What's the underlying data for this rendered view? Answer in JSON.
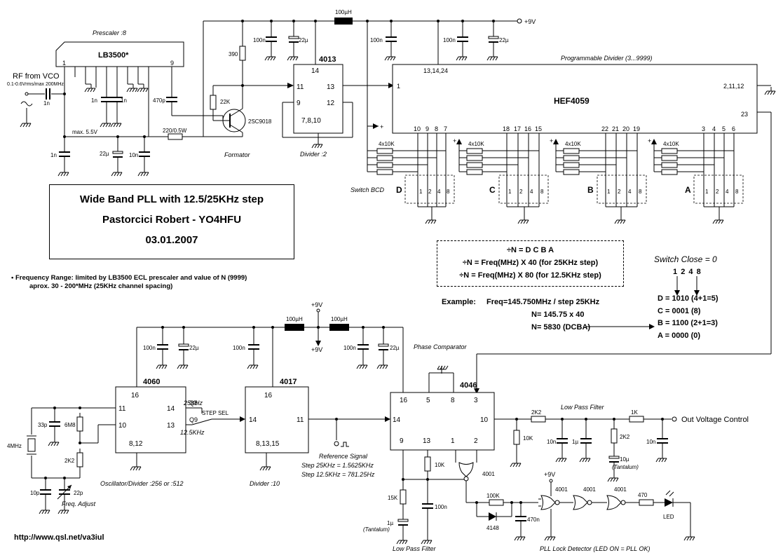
{
  "title": {
    "line1": "Wide Band PLL with 12.5/25KHz step",
    "line2": "Pastorcici Robert - YO4HFU",
    "line3": "03.01.2007"
  },
  "url": "http://www.qsl.net/va3iul",
  "frequency_note": {
    "line1": "Frequency Range: limited by LB3500 ECL prescaler and value of N (9999)",
    "line2": "aprox. 30 - 200*MHz (25KHz channel spacing)"
  },
  "rf_input": {
    "label": "RF from VCO",
    "spec": "0.1-0.6Vrms/max 200MHz"
  },
  "supply": {
    "top": "+9V",
    "mid1": "+9V",
    "mid2": "+9V",
    "lock": "+9V"
  },
  "chips": {
    "prescaler": {
      "name": "LB3500*",
      "caption": "Prescaler :8",
      "pin1": "1",
      "pin9": "9"
    },
    "d4013": {
      "name": "4013",
      "caption": "Divider :2",
      "pin14": "14",
      "pin11": "11",
      "pin13": "13",
      "pin9": "9",
      "pin12": "12",
      "pins_gnd": "7,8,10"
    },
    "hef4059": {
      "name": "HEF4059",
      "caption": "Programmable Divider (3...9999)",
      "pin_vdd": "13,14,24",
      "pin1": "1",
      "pin_gnd": "2,11,12",
      "pin23": "23"
    },
    "c4060": {
      "name": "4060",
      "caption": "Oscillator/Divider :256 or :512",
      "pin16": "16",
      "pin11": "11",
      "pin10": "10",
      "pin14": "14",
      "pin13": "13",
      "pin_gnd": "8,12",
      "q8": "Q8",
      "q9": "Q9"
    },
    "c4017": {
      "name": "4017",
      "caption": "Divider :10",
      "pin16": "16",
      "pin14": "14",
      "pin11": "11",
      "pin_gnd": "8,13,15"
    },
    "c4046": {
      "name": "4046",
      "caption": "Phase Comparator",
      "pin16": "16",
      "pin5": "5",
      "pin8": "8",
      "pin3": "3",
      "pin14": "14",
      "pin10": "10",
      "pin9": "9",
      "pin13": "13",
      "pin1": "1",
      "pin2": "2"
    }
  },
  "transistor": {
    "name": "2SC9018",
    "caption": "Formator"
  },
  "switches": {
    "caption": "Switch BCD",
    "groups": [
      {
        "letter": "D",
        "pins": [
          "10",
          "9",
          "8",
          "7"
        ],
        "res": "4x10K"
      },
      {
        "letter": "C",
        "pins": [
          "18",
          "17",
          "16",
          "15"
        ],
        "res": "4x10K"
      },
      {
        "letter": "B",
        "pins": [
          "22",
          "21",
          "20",
          "19"
        ],
        "res": "4x10K"
      },
      {
        "letter": "A",
        "pins": [
          "3",
          "4",
          "5",
          "6"
        ],
        "res": "4x10K"
      }
    ],
    "weights": [
      "1",
      "2",
      "4",
      "8"
    ]
  },
  "components": {
    "l_top": "100µH",
    "l_mid1": "100µH",
    "l_mid2": "100µH",
    "c100n": "100n",
    "c22u": "22µ",
    "c1n": "1n",
    "c470p": "470p",
    "c10n": "10n",
    "r390": "390",
    "r22k": "22K",
    "r220": "220/0.5W",
    "max55": "max. 5.5V",
    "xtal": "4MHz",
    "c33p": "33p",
    "r6m8": "6M8",
    "r2k2": "2K2",
    "c10p": "10p",
    "c22p": "22p",
    "freq_adj": "Freq. Adjust",
    "step_sel": "STEP SEL",
    "s25": "25KHz",
    "s125": "12.5KHz",
    "r10k": "10K",
    "r15k": "15K",
    "c1u": "1µ",
    "tantalum": "(Tantalum)",
    "r100k": "100K",
    "d4148": "4148",
    "c470n": "470n",
    "r470": "470",
    "led": "LED",
    "r1k": "1K",
    "c10u": "10µ",
    "gate": "4001"
  },
  "labels": {
    "ref_signal": "Reference Signal",
    "ref_25": "Step 25KHz = 1.5625KHz",
    "ref_125": "Step 12.5KHz = 781.25Hz",
    "lpf": "Low Pass Filter",
    "lock_detector": "PLL Lock Detector (LED ON = PLL OK)",
    "out": "Out Voltage Control",
    "plus": "+"
  },
  "formula": {
    "line1": "÷N = D C B A",
    "line2": "÷N = Freq(MHz) X 40 (for 25KHz step)",
    "line3": "÷N = Freq(MHz) X 80 (for 12.5KHz step)"
  },
  "example": {
    "label": "Example:",
    "line1": "Freq=145.750MHz / step 25KHz",
    "line2": "N= 145.75 x 40",
    "line3": "N= 5830 (DCBA)"
  },
  "switch_close": "Switch Close = 0",
  "dcba_values": {
    "d": "D = 1010 (4+1=5)",
    "c": "C = 0001 (8)",
    "b": "B = 1100 (2+1=3)",
    "a": "A = 0000 (0)"
  }
}
